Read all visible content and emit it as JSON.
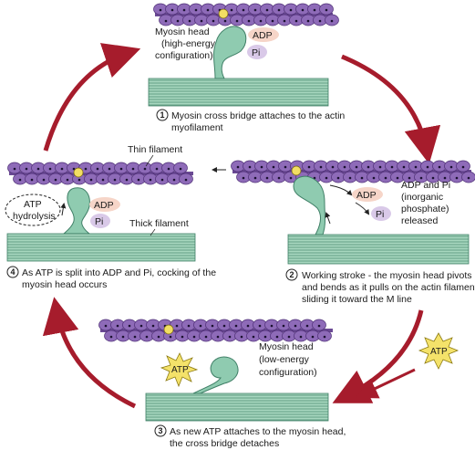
{
  "step1": {
    "number": "1",
    "caption_lines": [
      "Myosin cross bridge attaches to the actin",
      "myofilament"
    ],
    "head_label_lines": [
      "Myosin head",
      "(high-energy",
      "configuration)"
    ],
    "adp": "ADP",
    "pi": "Pi"
  },
  "step2": {
    "number": "2",
    "caption_lines": [
      "Working stroke - the myosin head pivots",
      "and bends as it pulls on the actin filament,",
      "sliding it toward the M line"
    ],
    "release_label_lines": [
      "ADP and Pi",
      "(inorganic",
      "phosphate)",
      "released"
    ],
    "adp": "ADP",
    "pi": "Pi"
  },
  "step3": {
    "number": "3",
    "caption_lines": [
      "As new ATP attaches to the myosin head,",
      "the cross bridge detaches"
    ],
    "head_label_lines": [
      "Myosin head",
      "(low-energy",
      "configuration)"
    ],
    "atp": "ATP"
  },
  "step4": {
    "number": "4",
    "caption_lines": [
      "As ATP is split into ADP and Pi, cocking of the",
      "myosin head occurs"
    ],
    "hydrolysis_lines": [
      "ATP",
      "hydrolysis"
    ],
    "adp": "ADP",
    "pi": "Pi"
  },
  "labels": {
    "thin_filament": "Thin filament",
    "thick_filament": "Thick filament",
    "incoming_atp": "ATP"
  },
  "colors": {
    "actin": "#8e6bb8",
    "actin_dark": "#4b2c73",
    "myosin": "#8fcbb0",
    "myosin_stroke": "#3f7f66",
    "thick_filament": "#a7d7bf",
    "adp_pill": "#f6d5c8",
    "pi_pill": "#d9c9e8",
    "atp_star": "#f4e26a",
    "cycle_arrow": "#a61c2c",
    "binding_site": "#f2de63"
  },
  "icons": [
    "cycle-arrow-icon",
    "atp-star-icon",
    "myosin-head-icon",
    "actin-filament-icon"
  ]
}
